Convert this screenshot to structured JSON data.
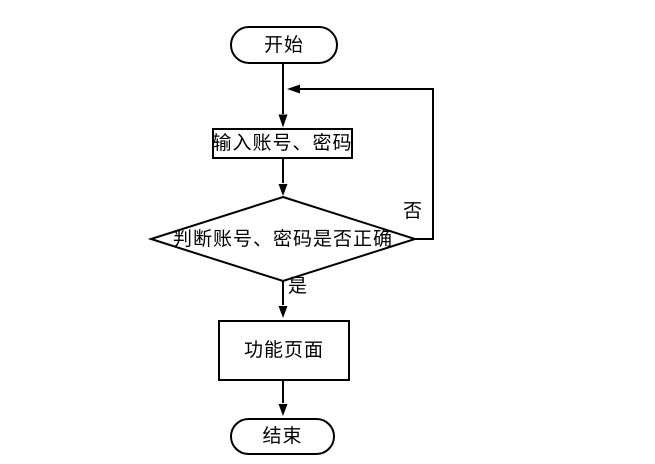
{
  "diagram": {
    "background_color": "#ffffff",
    "line_color": "#000000",
    "text_color": "#000000",
    "nodes": [
      {
        "id": "start",
        "type": "terminator",
        "label": "开始"
      },
      {
        "id": "input-credentials",
        "type": "process",
        "label": "输入账号、密码"
      },
      {
        "id": "check-credentials",
        "type": "decision",
        "label": "判断账号、密码是否正确"
      },
      {
        "id": "function-page",
        "type": "process",
        "label": "功能页面"
      },
      {
        "id": "end",
        "type": "terminator",
        "label": "结束"
      }
    ],
    "edge_labels": {
      "yes": "是",
      "no": "否"
    }
  }
}
